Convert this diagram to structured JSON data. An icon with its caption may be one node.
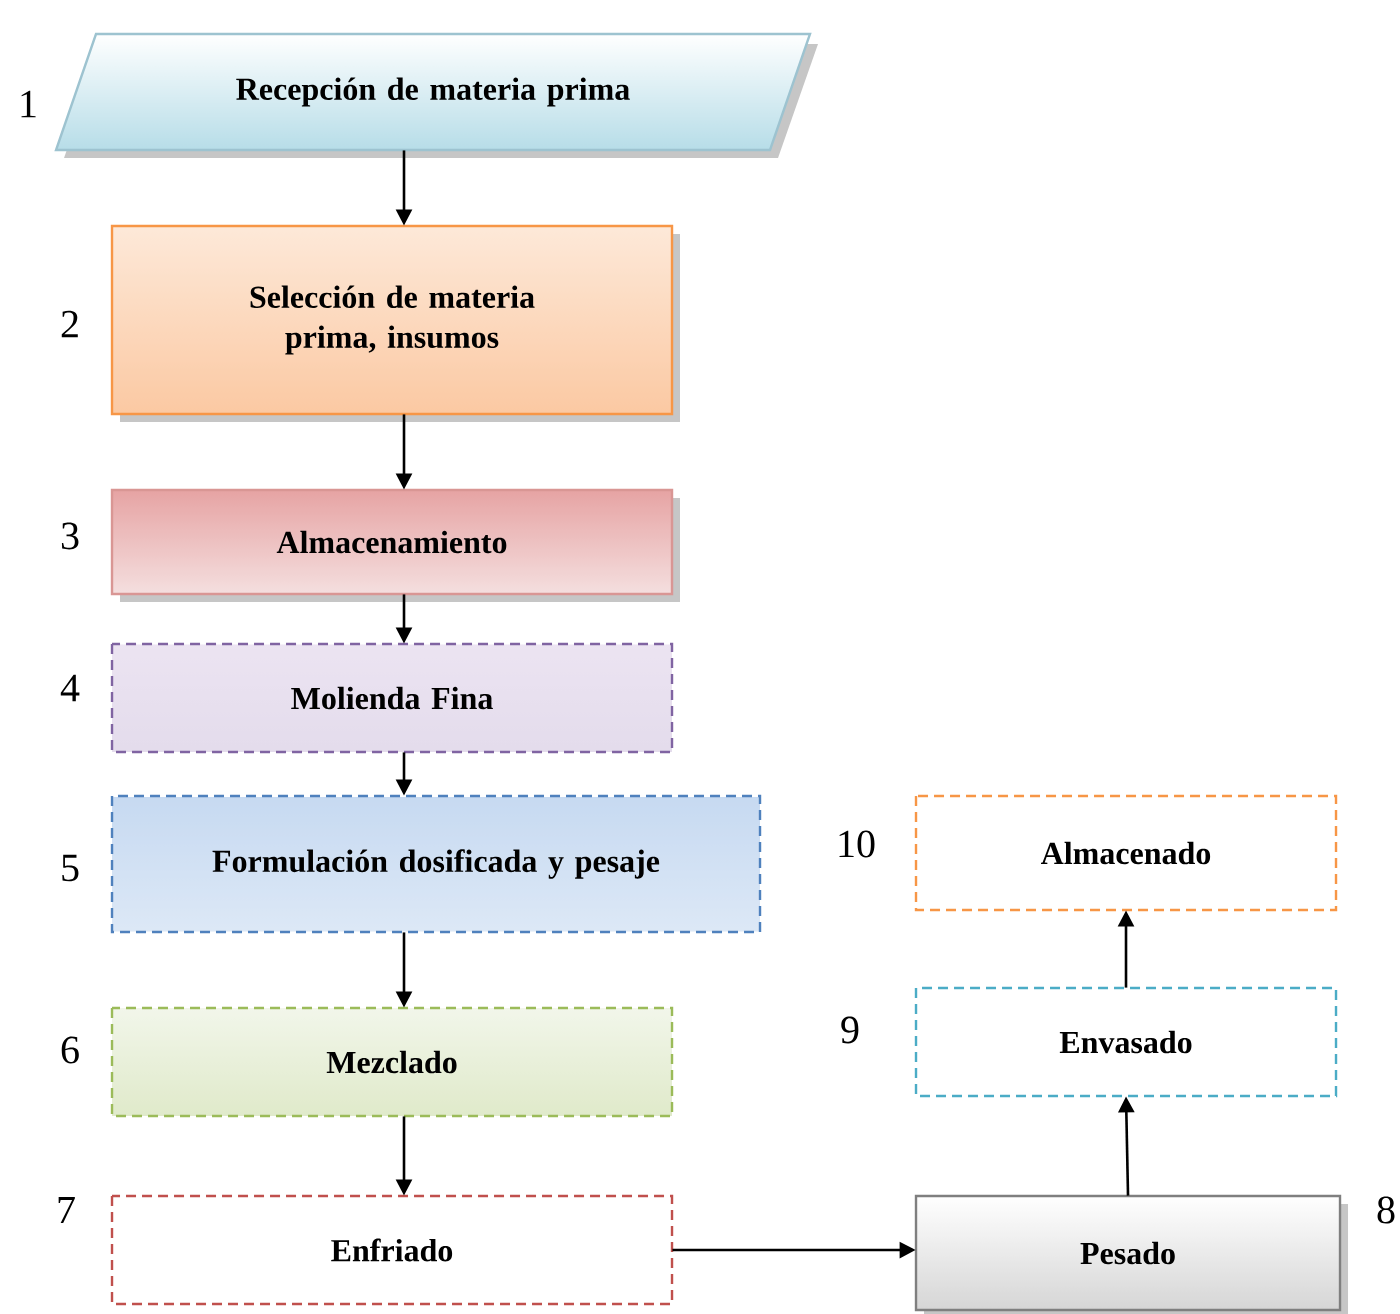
{
  "diagram": {
    "nodes": [
      {
        "text": [
          "Recepción de materia prima"
        ],
        "beside": [
          "1"
        ]
      },
      {
        "text": [
          "Selección de materia prima, insumos"
        ],
        "beside": [
          "2"
        ]
      },
      {
        "text": [
          "Almacenamiento"
        ],
        "beside": [
          "3"
        ]
      },
      {
        "text": [
          "Molienda Fina"
        ],
        "beside": [
          "4"
        ]
      },
      {
        "text": [
          "Formulación dosificada y pesaje"
        ],
        "beside": [
          "5"
        ]
      },
      {
        "text": [
          "Mezclado"
        ],
        "beside": [
          "6"
        ]
      },
      {
        "text": [
          "Enfriado"
        ],
        "beside": [
          "7"
        ]
      },
      {
        "text": [
          "Pesado"
        ],
        "beside": [
          "8"
        ]
      },
      {
        "text": [
          "Envasado"
        ],
        "beside": [
          "9"
        ]
      },
      {
        "text": [
          "Almacenado"
        ],
        "beside": [
          "10"
        ]
      }
    ],
    "edges": [
      {
        "from": 0,
        "to": 1,
        "arrow": "to"
      },
      {
        "from": 1,
        "to": 2,
        "arrow": "to"
      },
      {
        "from": 2,
        "to": 3,
        "arrow": "to"
      },
      {
        "from": 3,
        "to": 4,
        "arrow": "to"
      },
      {
        "from": 4,
        "to": 5,
        "arrow": "to"
      },
      {
        "from": 5,
        "to": 6,
        "arrow": "to"
      },
      {
        "from": 6,
        "to": 7,
        "arrow": "to"
      },
      {
        "from": 7,
        "to": 8,
        "arrow": "to"
      },
      {
        "from": 8,
        "to": 9,
        "arrow": "to"
      }
    ]
  }
}
